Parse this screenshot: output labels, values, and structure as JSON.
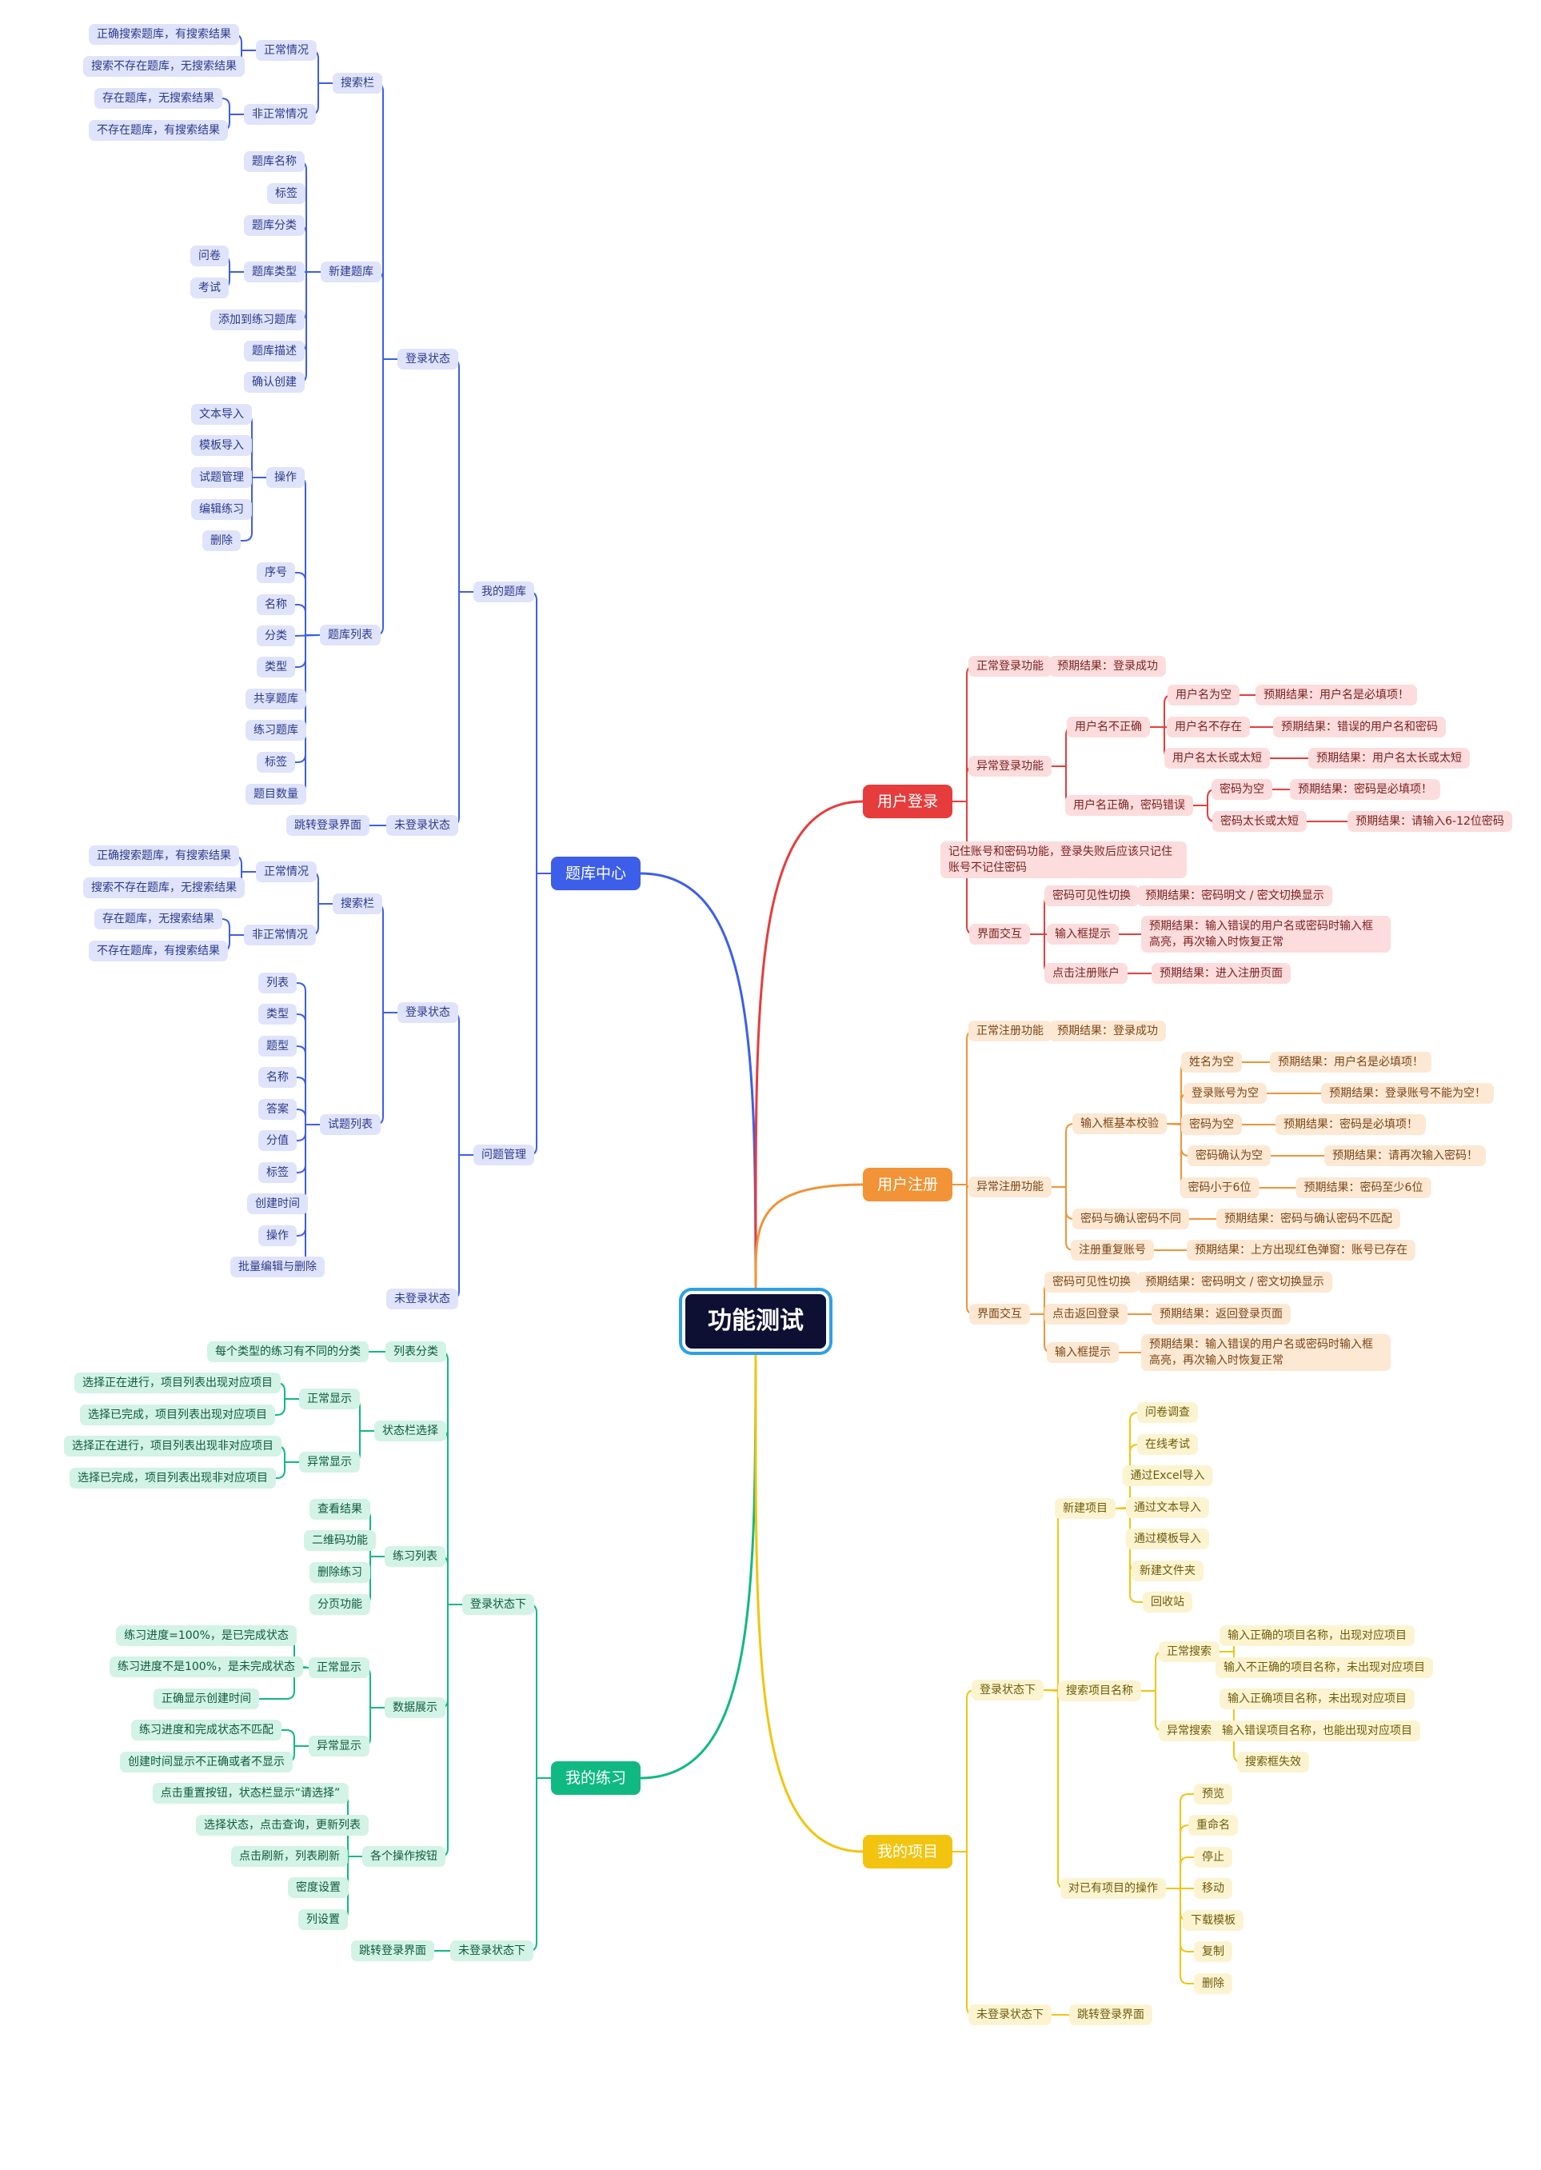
{
  "colors": {
    "blue": "#3d5ee8",
    "red": "#e63c3c",
    "orange": "#f19336",
    "yellow": "#f2c40f",
    "green": "#10b981",
    "root_bg": "#0d1033",
    "root_outline": "#2da0e6"
  },
  "mindmap": {
    "root": "功能测试",
    "branches": {
      "tiku": {
        "label": "题库中心",
        "my_bank": {
          "label": "我的题库",
          "login": {
            "label": "登录状态",
            "search": {
              "label": "搜索栏",
              "normal": {
                "label": "正常情况",
                "items": [
                  "正确搜索题库，有搜索结果",
                  "搜索不存在题库，无搜索结果"
                ]
              },
              "abnormal": {
                "label": "非正常情况",
                "items": [
                  "存在题库，无搜索结果",
                  "不存在题库，有搜索结果"
                ]
              }
            },
            "new_bank": {
              "label": "新建题库",
              "name": "题库名称",
              "tag": "标签",
              "category": "题库分类",
              "type": {
                "label": "题库类型",
                "items": [
                  "问卷",
                  "考试"
                ]
              },
              "add_practice": "添加到练习题库",
              "desc": "题库描述",
              "confirm": "确认创建"
            },
            "list": {
              "label": "题库列表",
              "ops": {
                "label": "操作",
                "items": [
                  "文本导入",
                  "模板导入",
                  "试题管理",
                  "编辑练习",
                  "删除"
                ]
              },
              "items": [
                "序号",
                "名称",
                "分类",
                "类型",
                "共享题库",
                "练习题库",
                "标签",
                "题目数量"
              ]
            }
          },
          "logout": {
            "label": "未登录状态",
            "jump": "跳转登录界面"
          }
        },
        "questions": {
          "label": "问题管理",
          "login": {
            "label": "登录状态",
            "search": {
              "label": "搜索栏",
              "normal": {
                "label": "正常情况",
                "items": [
                  "正确搜索题库，有搜索结果",
                  "搜索不存在题库，无搜索结果"
                ]
              },
              "abnormal": {
                "label": "非正常情况",
                "items": [
                  "存在题库，无搜索结果",
                  "不存在题库，有搜索结果"
                ]
              }
            },
            "list": {
              "label": "试题列表",
              "items": [
                "列表",
                "类型",
                "题型",
                "名称",
                "答案",
                "分值",
                "标签",
                "创建时间",
                "操作",
                "批量编辑与删除"
              ]
            }
          },
          "logout": "未登录状态"
        }
      },
      "practice": {
        "label": "我的练习",
        "login": {
          "label": "登录状态下",
          "category": {
            "label": "列表分类",
            "item": "每个类型的练习有不同的分类"
          },
          "status_bar": {
            "label": "状态栏选择",
            "normal": {
              "label": "正常显示",
              "items": [
                "选择正在进行，项目列表出现对应项目",
                "选择已完成，项目列表出现对应项目"
              ]
            },
            "abnormal": {
              "label": "异常显示",
              "items": [
                "选择正在进行，项目列表出现非对应项目",
                "选择已完成，项目列表出现非对应项目"
              ]
            }
          },
          "list": {
            "label": "练习列表",
            "items": [
              "查看结果",
              "二维码功能",
              "删除练习",
              "分页功能"
            ]
          },
          "data": {
            "label": "数据展示",
            "normal": {
              "label": "正常显示",
              "items": [
                "练习进度=100%，是已完成状态",
                "练习进度不是100%，是未完成状态",
                "正确显示创建时间"
              ]
            },
            "abnormal": {
              "label": "异常显示",
              "items": [
                "练习进度和完成状态不匹配",
                "创建时间显示不正确或者不显示"
              ]
            }
          },
          "buttons": {
            "label": "各个操作按钮",
            "items": [
              "点击重置按钮，状态栏显示“请选择”",
              "选择状态，点击查询，更新列表",
              "点击刷新，列表刷新",
              "密度设置",
              "列设置"
            ]
          }
        },
        "logout": {
          "label": "未登录状态下",
          "jump": "跳转登录界面"
        }
      },
      "login": {
        "label": "用户登录",
        "normal": {
          "label": "正常登录功能",
          "result": "预期结果：登录成功"
        },
        "abnormal": {
          "label": "异常登录功能",
          "wrong_user": {
            "label": "用户名不正确",
            "empty": {
              "label": "用户名为空",
              "result": "预期结果：用户名是必填项！"
            },
            "missing": {
              "label": "用户名不存在",
              "result": "预期结果：错误的用户名和密码"
            },
            "length": {
              "label": "用户名太长或太短",
              "result": "预期结果：用户名太长或太短"
            }
          },
          "wrong_pwd": {
            "label": "用户名正确，密码错误",
            "empty": {
              "label": "密码为空",
              "result": "预期结果：密码是必填项！"
            },
            "length": {
              "label": "密码太长或太短",
              "result": "预期结果：请输入6-12位密码"
            }
          }
        },
        "remember": "记住账号和密码功能，登录失败后应该只记住账号不记住密码",
        "ui": {
          "label": "界面交互",
          "toggle": {
            "label": "密码可见性切换",
            "result": "预期结果：密码明文 / 密文切换显示"
          },
          "hint": {
            "label": "输入框提示",
            "result": "预期结果：输入错误的用户名或密码时输入框高亮，再次输入时恢复正常"
          },
          "register": {
            "label": "点击注册账户",
            "result": "预期结果：进入注册页面"
          }
        }
      },
      "register": {
        "label": "用户注册",
        "normal": {
          "label": "正常注册功能",
          "result": "预期结果：登录成功"
        },
        "abnormal": {
          "label": "异常注册功能",
          "basic": {
            "label": "输入框基本校验",
            "name": {
              "label": "姓名为空",
              "result": "预期结果：用户名是必填项！"
            },
            "account": {
              "label": "登录账号为空",
              "result": "预期结果：登录账号不能为空！"
            },
            "pwd": {
              "label": "密码为空",
              "result": "预期结果：密码是必填项！"
            },
            "confirm": {
              "label": "密码确认为空",
              "result": "预期结果：请再次输入密码！"
            },
            "short": {
              "label": "密码小于6位",
              "result": "预期结果：密码至少6位"
            }
          },
          "mismatch": {
            "label": "密码与确认密码不同",
            "result": "预期结果：密码与确认密码不匹配"
          },
          "duplicate": {
            "label": "注册重复账号",
            "result": "预期结果：上方出现红色弹窗：账号已存在"
          }
        },
        "ui": {
          "label": "界面交互",
          "toggle": {
            "label": "密码可见性切换",
            "result": "预期结果：密码明文 / 密文切换显示"
          },
          "back": {
            "label": "点击返回登录",
            "result": "预期结果：返回登录页面"
          },
          "hint": {
            "label": "输入框提示",
            "result": "预期结果：输入错误的用户名或密码时输入框高亮，再次输入时恢复正常"
          }
        }
      },
      "project": {
        "label": "我的项目",
        "login": {
          "label": "登录状态下",
          "new": {
            "label": "新建项目",
            "items": [
              "问卷调查",
              "在线考试",
              "通过Excel导入",
              "通过文本导入",
              "通过模板导入",
              "新建文件夹",
              "回收站"
            ]
          },
          "search": {
            "label": "搜索项目名称",
            "normal": {
              "label": "正常搜索",
              "items": [
                "输入正确的项目名称，出现对应项目",
                "输入不正确的项目名称，未出现对应项目"
              ]
            },
            "abnormal": {
              "label": "异常搜索",
              "items": [
                "输入正确项目名称，未出现对应项目",
                "输入错误项目名称，也能出现对应项目",
                "搜索框失效"
              ]
            }
          },
          "ops": {
            "label": "对已有项目的操作",
            "items": [
              "预览",
              "重命名",
              "停止",
              "移动",
              "下载模板",
              "复制",
              "删除"
            ]
          }
        },
        "logout": {
          "label": "未登录状态下",
          "jump": "跳转登录界面"
        }
      }
    }
  }
}
